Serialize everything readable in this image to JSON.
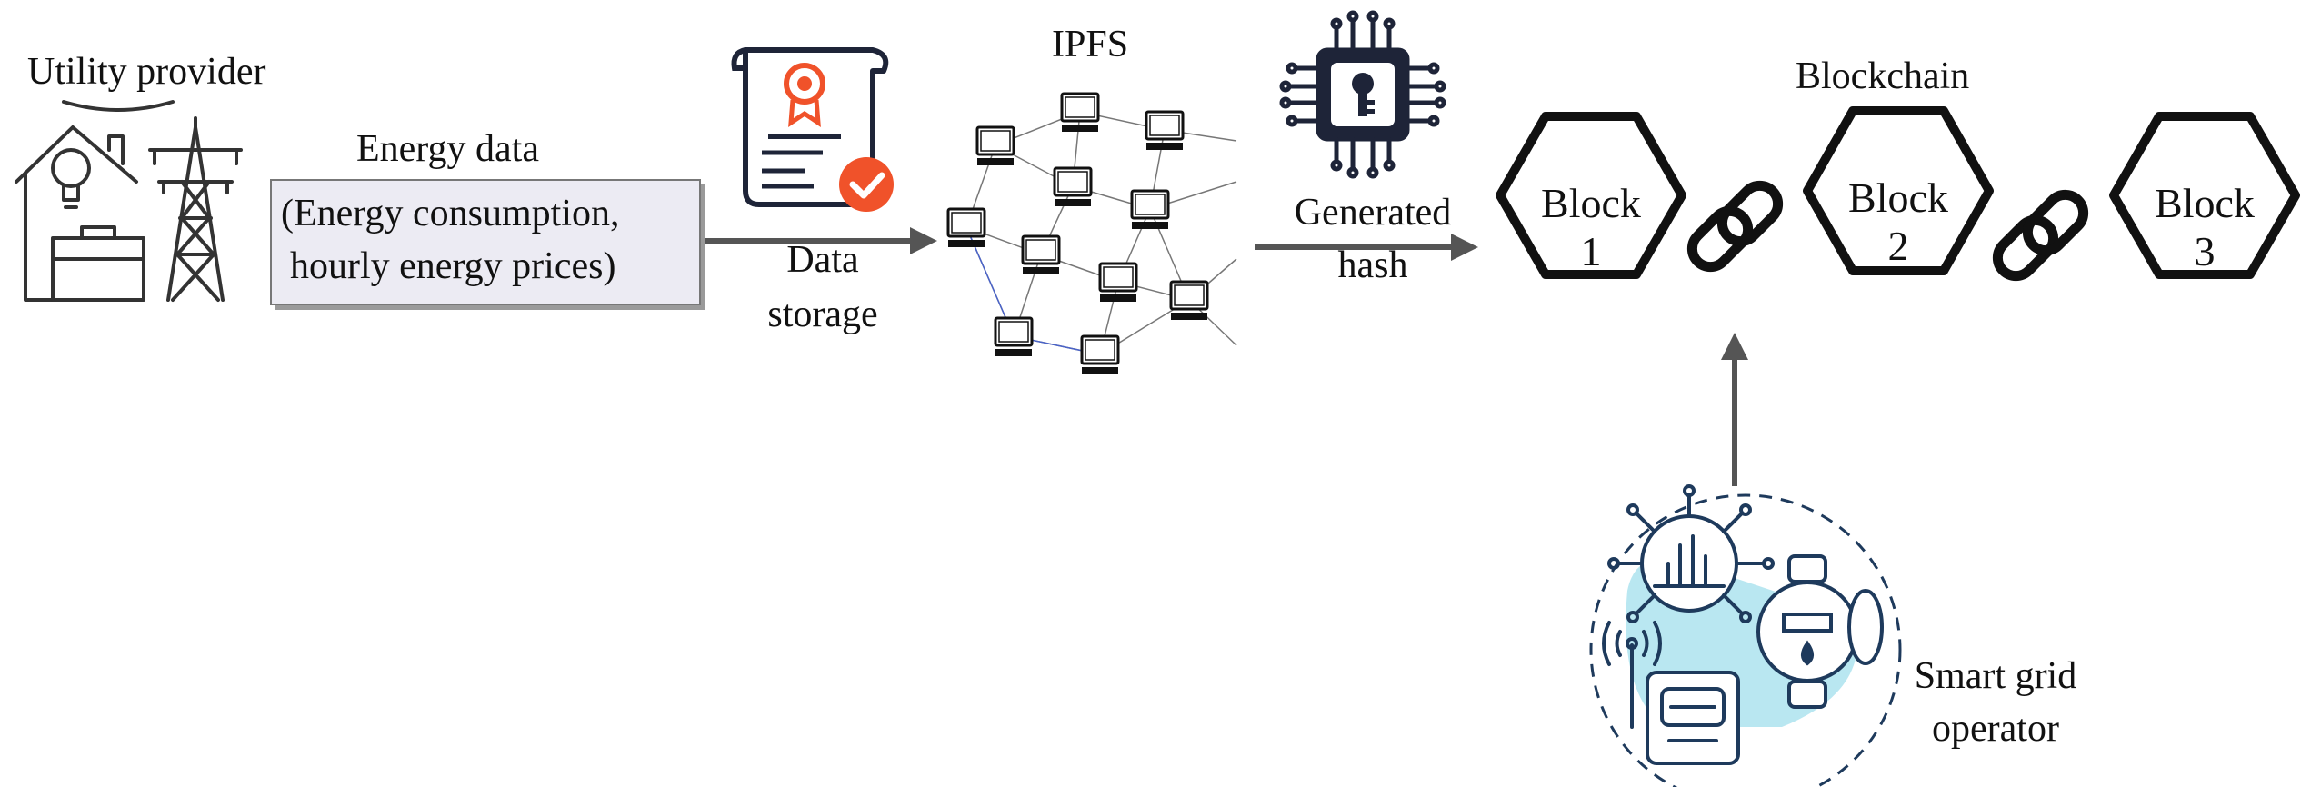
{
  "utility_provider": {
    "label": "Utility provider"
  },
  "energy_data": {
    "title": "Energy data",
    "line1": "(Energy consumption,",
    "line2": "hourly energy prices)"
  },
  "data_storage": {
    "line1": "Data",
    "line2": "storage"
  },
  "ipfs": {
    "label": "IPFS"
  },
  "generated_hash": {
    "line1": "Generated",
    "line2": "hash"
  },
  "blockchain": {
    "label": "Blockchain",
    "blocks": [
      {
        "line1": "Block",
        "line2": "1"
      },
      {
        "line1": "Block",
        "line2": "2"
      },
      {
        "line1": "Block",
        "line2": "3"
      }
    ]
  },
  "smart_grid_operator": {
    "line1": "Smart grid",
    "line2": "operator"
  },
  "colors": {
    "arrow": "#555555",
    "icon_dark": "#1e2438",
    "accent_orange": "#f0522a",
    "accent_teal": "#7fd3e6",
    "box_fill": "#ecebf3"
  }
}
